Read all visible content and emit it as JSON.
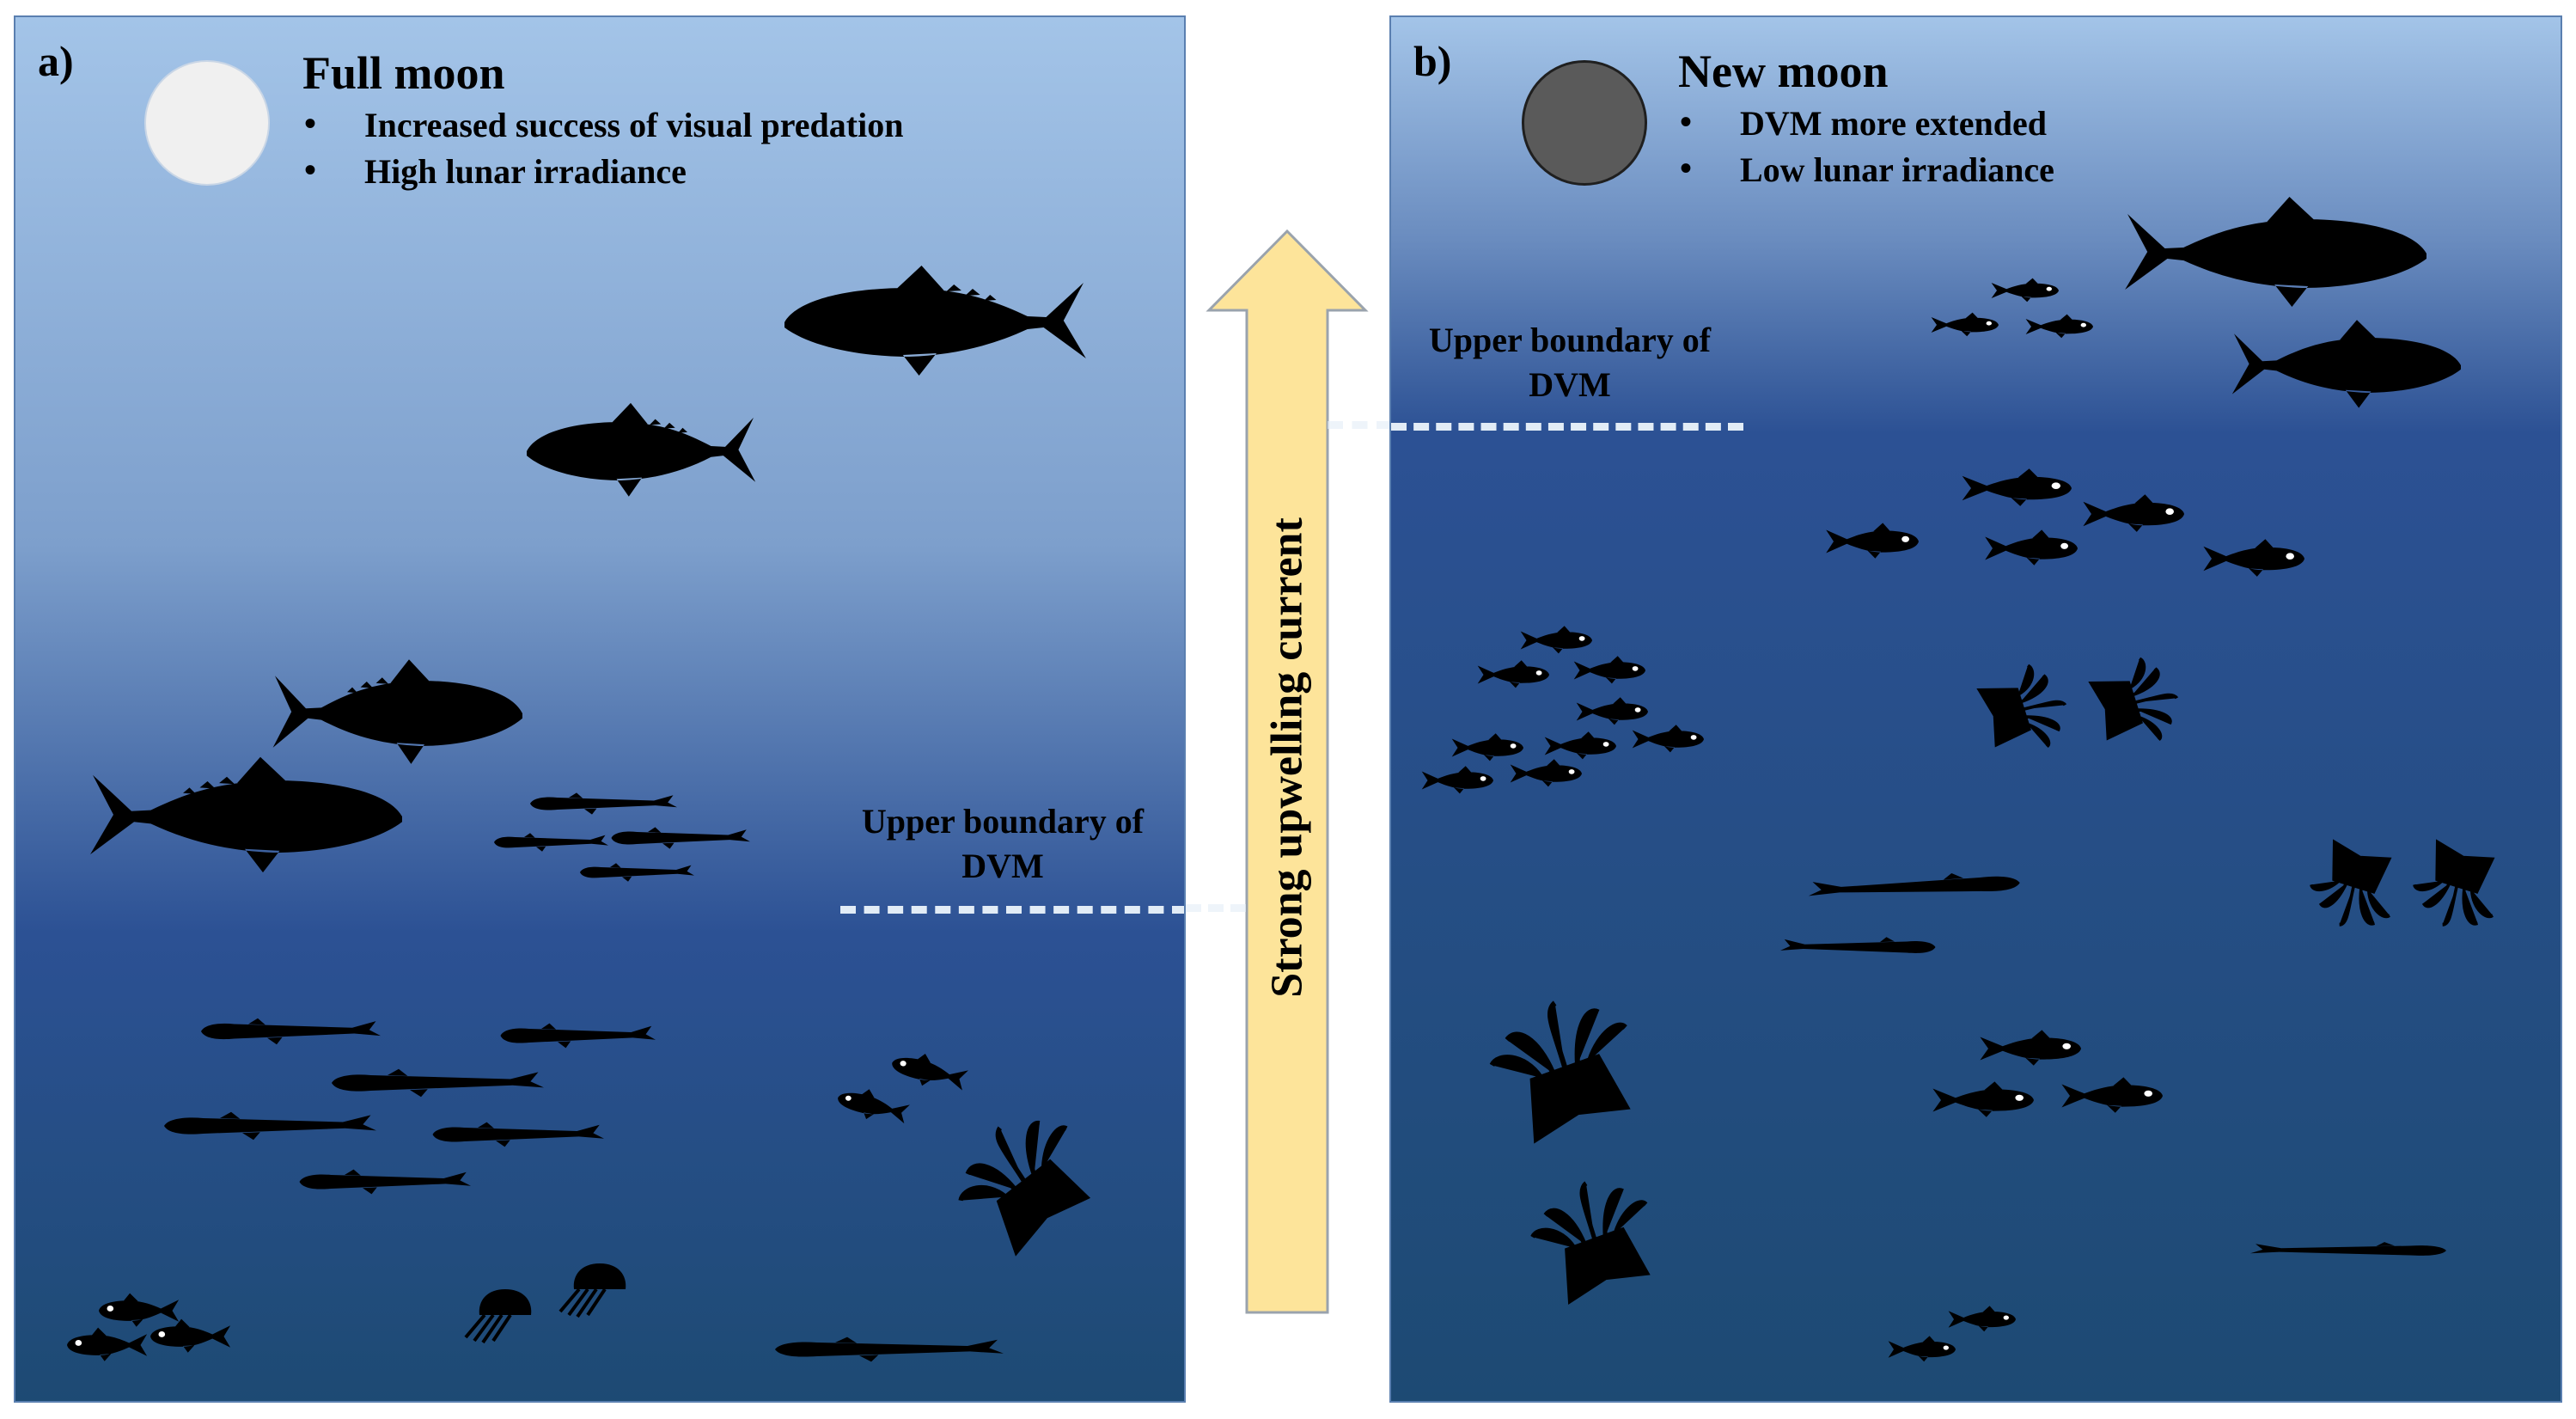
{
  "panel_a": {
    "letter": "a)",
    "moon_title": "Full moon",
    "bullets": [
      "Increased success of visual predation",
      "High lunar irradiance"
    ],
    "dvm_label_line1": "Upper boundary of",
    "dvm_label_line2": "DVM",
    "moon_icon": "full-moon-circle"
  },
  "panel_b": {
    "letter": "b)",
    "moon_title": "New moon",
    "bullets": [
      "DVM more extended",
      "Low lunar irradiance"
    ],
    "dvm_label_line1": "Upper boundary of",
    "dvm_label_line2": "DVM",
    "moon_icon": "new-moon-circle"
  },
  "arrow": {
    "label": "Strong upwelling current",
    "color": "#fde49a",
    "icon": "up-arrow-icon"
  },
  "colors": {
    "water_top": "#a3c4e8",
    "water_mid": "#2c5194",
    "water_bottom": "#1d4a73",
    "silhouette": "#000000",
    "dvm_line": "#e2ecf6"
  },
  "bullet_symbol": "•"
}
